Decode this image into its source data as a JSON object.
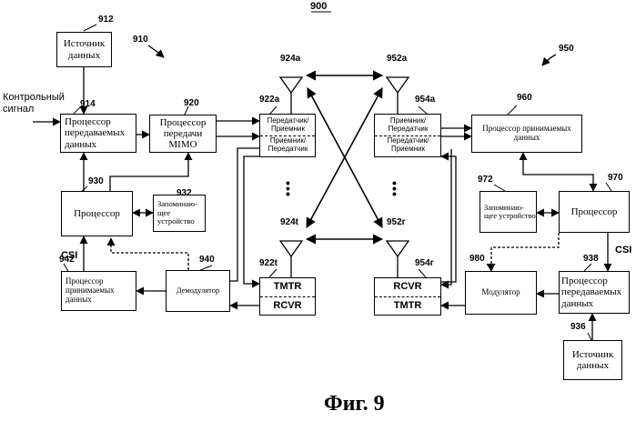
{
  "figure": {
    "number": "900",
    "caption": "Фиг. 9",
    "left_system_ref": "910",
    "right_system_ref": "950"
  },
  "left": {
    "data_source": {
      "ref": "912",
      "label": "Источник данных"
    },
    "control_signal": {
      "label": "Контрольный сигнал"
    },
    "tx_data_processor": {
      "ref": "914",
      "label": "Процессор передаваемых данных"
    },
    "tx_mimo_processor": {
      "ref": "920",
      "label": "Процессор передачи MIMO"
    },
    "processor": {
      "ref": "930",
      "label": "Процессор"
    },
    "memory": {
      "ref": "932",
      "label": "Запоминаю-щее устройство"
    },
    "rx_data_processor": {
      "ref": "942",
      "label": "Процессор принимаемых данных"
    },
    "demodulator": {
      "ref": "940",
      "label": "Демодулятор"
    },
    "csi": {
      "label": "CSI"
    },
    "transceiver_a": {
      "ref": "922a",
      "top": "Передатчик/ Приемник",
      "bottom": "Приемник/ Передатчик"
    },
    "transceiver_t": {
      "ref": "922t",
      "top": "TMTR",
      "bottom": "RCVR"
    },
    "antenna_a": {
      "ref": "924a"
    },
    "antenna_t": {
      "ref": "924t"
    },
    "ellipsis": "•\n•\n•"
  },
  "right": {
    "rx_data_processor": {
      "ref": "960",
      "label": "Процессор принимаемых данных"
    },
    "processor": {
      "ref": "970",
      "label": "Процессор"
    },
    "memory": {
      "ref": "972",
      "label": "Запоминаю-щее устройство"
    },
    "modulator": {
      "ref": "980",
      "label": "Модулятор"
    },
    "tx_data_processor": {
      "ref": "938",
      "label": "Процессор передаваемых данных"
    },
    "data_source": {
      "ref": "936",
      "label": "Источник данных"
    },
    "csi": {
      "label": "CSI"
    },
    "transceiver_a": {
      "ref": "954a",
      "top": "Приемник/ Передатчик",
      "bottom": "Передатчик/ Приемник"
    },
    "transceiver_r": {
      "ref": "954r",
      "top": "RCVR",
      "bottom": "TMTR"
    },
    "antenna_a": {
      "ref": "952a"
    },
    "antenna_r": {
      "ref": "952r"
    },
    "ellipsis": "•\n•\n•"
  }
}
